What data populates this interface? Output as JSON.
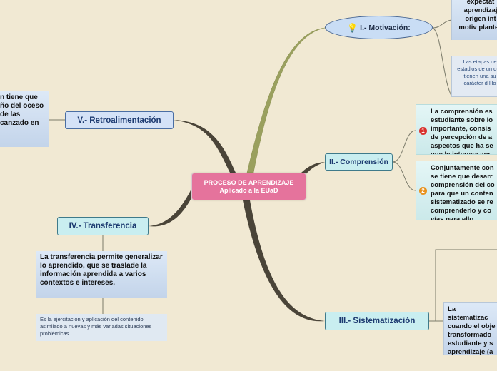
{
  "central": {
    "line1": "PROCESO DE APRENDIZAJE",
    "line2": "Aplicado a la EUaD"
  },
  "branches": {
    "motivacion": {
      "label": "I.- Motivación:",
      "sub_top": "expectat aprendizaj origen int motiv plantea",
      "note": "Las etapas de estadios de un que tienen una su carácter d Ho"
    },
    "comprension": {
      "label": "II.- Comprensión",
      "sub1": "La comprensión es estudiante sobre lo importante, consis de percepción de a aspectos que ha se que le interesa apr",
      "sub2": "Conjuntamente con se tiene que desarr comprensión del co para que un conten sistematizado se re comprenderlo y co vías para ello.",
      "badge1": "1",
      "badge2": "2"
    },
    "sistematizacion": {
      "label": "III.- Sistematización",
      "sub": "La sistematizac cuando el obje transformado estudiante y s aprendizaje (a contenido)."
    },
    "transferencia": {
      "label": "IV.- Transferencia",
      "sub": "La transferencia permite generalizar lo aprendido, que se traslade la información aprendida a varios contextos e intereses.",
      "note": "Es la ejercitación y aplicación del contenido asimilado a nuevas y más variadas situaciones problémicas."
    },
    "retroalimentacion": {
      "label": "V.- Retroalimentación",
      "sub": "n tiene que ño del oceso de las canzado en"
    }
  },
  "colors": {
    "background": "#f1e9d3",
    "central": "#e5739c",
    "badge_red": "#d9302c",
    "badge_orange": "#e8911c",
    "branch_dark": "#4a4438",
    "branch_olive": "#9aa05e"
  }
}
